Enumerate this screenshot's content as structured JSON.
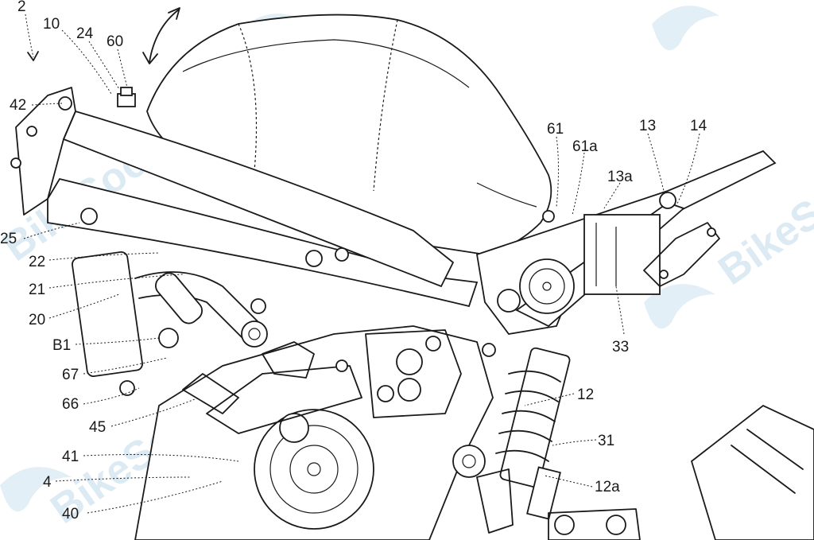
{
  "watermark": {
    "text": "BikeSocial",
    "color": "#7fb6d6"
  },
  "labels": [
    {
      "id": "l2",
      "text": "2"
    },
    {
      "id": "l10",
      "text": "10"
    },
    {
      "id": "l24",
      "text": "24"
    },
    {
      "id": "l60",
      "text": "60"
    },
    {
      "id": "l42",
      "text": "42"
    },
    {
      "id": "l25",
      "text": "25"
    },
    {
      "id": "l22",
      "text": "22"
    },
    {
      "id": "l21",
      "text": "21"
    },
    {
      "id": "l20",
      "text": "20"
    },
    {
      "id": "lB1",
      "text": "B1"
    },
    {
      "id": "l67",
      "text": "67"
    },
    {
      "id": "l66",
      "text": "66"
    },
    {
      "id": "l45",
      "text": "45"
    },
    {
      "id": "l41",
      "text": "41"
    },
    {
      "id": "l4",
      "text": "4"
    },
    {
      "id": "l40",
      "text": "40"
    },
    {
      "id": "l61",
      "text": "61"
    },
    {
      "id": "l61a",
      "text": "61a"
    },
    {
      "id": "l13",
      "text": "13"
    },
    {
      "id": "l14",
      "text": "14"
    },
    {
      "id": "l13a",
      "text": "13a"
    },
    {
      "id": "l33",
      "text": "33"
    },
    {
      "id": "l12",
      "text": "12"
    },
    {
      "id": "l31",
      "text": "31"
    },
    {
      "id": "l12a",
      "text": "12a"
    }
  ]
}
